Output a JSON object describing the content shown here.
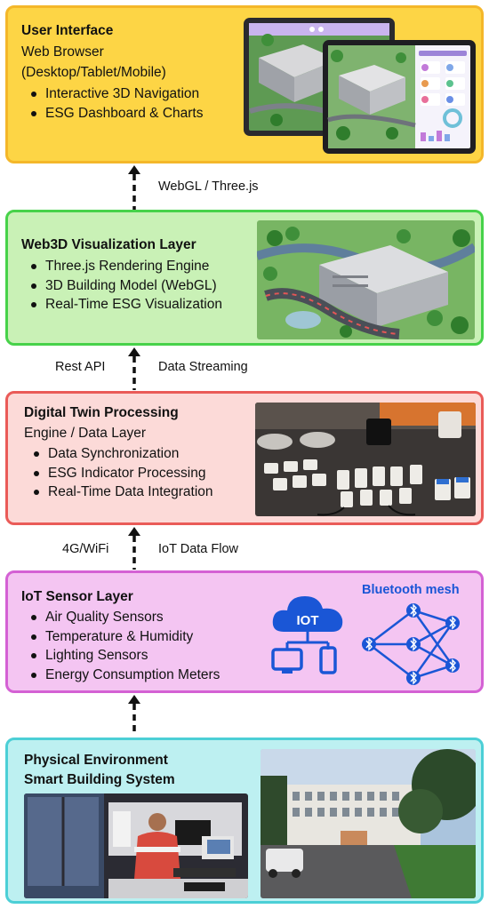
{
  "layers": {
    "ui": {
      "title": "User Interface",
      "subtitle_lines": [
        "Web Browser",
        "(Desktop/Tablet/Mobile)"
      ],
      "bullets": [
        "Interactive 3D Navigation",
        "ESG Dashboard & Charts"
      ]
    },
    "web3d": {
      "title": "Web3D Visualization Layer",
      "bullets": [
        "Three.js Rendering Engine",
        "3D Building Model (WebGL)",
        "Real-Time ESG Visualization"
      ]
    },
    "twin": {
      "title": "Digital Twin Processing",
      "subtitle_lines": [
        "Engine / Data Layer"
      ],
      "bullets": [
        "Data Synchronization",
        "ESG Indicator Processing",
        "Real-Time Data Integration"
      ]
    },
    "iot": {
      "title": "IoT Sensor Layer",
      "bullets": [
        "Air Quality Sensors",
        "Temperature & Humidity",
        "Lighting Sensors",
        "Energy Consumption Meters"
      ],
      "iot_icon_text": "IOT",
      "mesh_label": "Bluetooth mesh"
    },
    "physical": {
      "title_lines": [
        "Physical Environment",
        "Smart Building System"
      ]
    }
  },
  "connectors": {
    "ui_web3d": {
      "left": "WebGL / Three.js"
    },
    "web3d_twin": {
      "left": "Rest API",
      "right": "Data Streaming"
    },
    "twin_iot": {
      "left": "4G/WiFi",
      "right": "IoT Data Flow"
    }
  },
  "colors": {
    "ui_fill": "#fdd545",
    "ui_border": "#f4b72a",
    "web3d_fill": "#c9f1b6",
    "web3d_border": "#47d24a",
    "twin_fill": "#fcdad8",
    "twin_border": "#ea5b58",
    "iot_fill": "#f4c5f2",
    "iot_border": "#d461d4",
    "phys_fill": "#bdf0f1",
    "phys_border": "#4ccfd6",
    "accent_blue": "#1a56d6"
  },
  "icons": [
    "iot-cloud-icon",
    "bluetooth-mesh-icon",
    "dashed-up-arrow-icon"
  ]
}
